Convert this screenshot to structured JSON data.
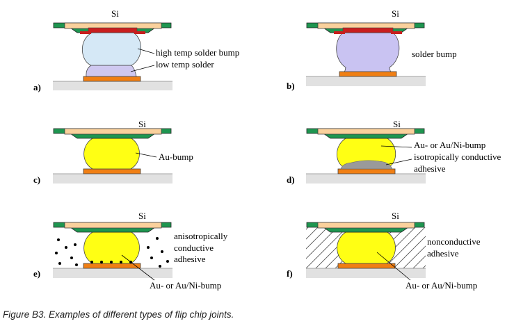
{
  "colors": {
    "substrate": "#e1e1e1",
    "silicon": "#fad19c",
    "passivation": "#1e9650",
    "pad": "#f07f14",
    "ubm": "#c81e1e",
    "high_temp_solder": "#d5e8f6",
    "low_temp_solder": "#cfc8f0",
    "solder": "#c9c3f2",
    "gold_bump": "#ffff14",
    "isotropic_adhesive": "#9a9a9a",
    "anisotropic_particle": "#000000",
    "hatch": "#555555"
  },
  "panels": [
    {
      "id": "a",
      "letter": "a)",
      "si": "Si",
      "labels": [
        "high temp solder bump",
        "low temp solder"
      ]
    },
    {
      "id": "b",
      "letter": "b)",
      "si": "Si",
      "labels": [
        "solder bump"
      ]
    },
    {
      "id": "c",
      "letter": "c)",
      "si": "Si",
      "labels": [
        "Au-bump"
      ]
    },
    {
      "id": "d",
      "letter": "d)",
      "si": "Si",
      "labels": [
        "Au- or Au/Ni-bump",
        "isotropically conductive",
        "adhesive"
      ]
    },
    {
      "id": "e",
      "letter": "e)",
      "si": "Si",
      "labels": [
        "anisotropically",
        "conductive",
        "adhesive",
        "Au- or Au/Ni-bump"
      ]
    },
    {
      "id": "f",
      "letter": "f)",
      "si": "Si",
      "labels": [
        "nonconductive",
        "adhesive",
        "Au- or Au/Ni-bump"
      ]
    }
  ],
  "caption": "Figure B3. Examples of different types of flip chip joints."
}
